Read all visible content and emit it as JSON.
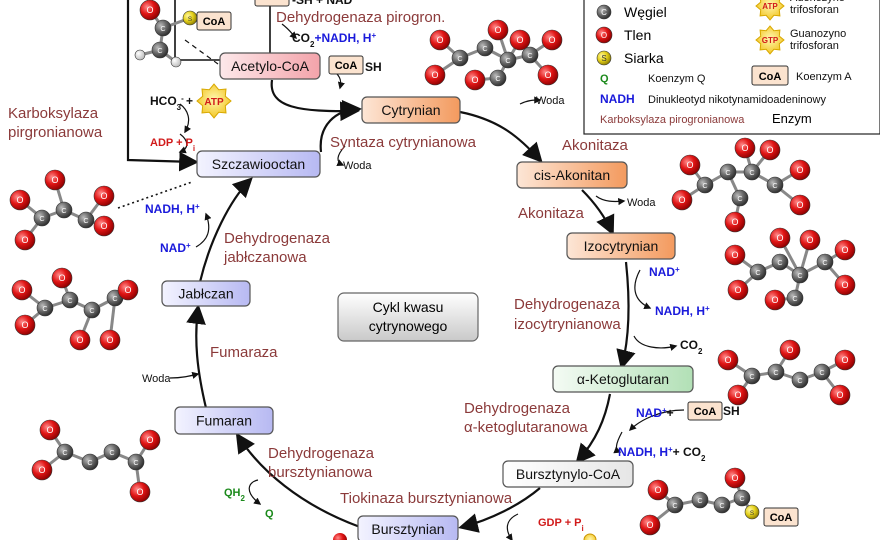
{
  "metabolites": [
    {
      "id": "acetyl-coa",
      "label": "Acetylo-CoA",
      "grad": "gPink"
    },
    {
      "id": "citrate",
      "label": "Cytrynian",
      "grad": "gOrange"
    },
    {
      "id": "cis-aconitate",
      "label": "cis-Akonitan",
      "grad": "gOrange"
    },
    {
      "id": "isocitrate",
      "label": "Izocytrynian",
      "grad": "gOrange"
    },
    {
      "id": "alpha-ketoglutarate",
      "label": "α-Ketoglutaran",
      "grad": "gGreen"
    },
    {
      "id": "succinyl-coa",
      "label": "Bursztynylo-CoA",
      "grad": "gWhite"
    },
    {
      "id": "succinate",
      "label": "Bursztynian",
      "grad": "gBlue"
    },
    {
      "id": "fumarate",
      "label": "Fumaran",
      "grad": "gBlue"
    },
    {
      "id": "malate",
      "label": "Jabłczan",
      "grad": "gBlue"
    },
    {
      "id": "oxaloacetate",
      "label": "Szczawiooctan",
      "grad": "gBlue"
    }
  ],
  "center_title": [
    "Cykl kwasu",
    "cytrynowego"
  ],
  "enzymes": {
    "pyruvate_dh": "Dehydrogenaza pirogron.",
    "pyruvate_carboxylase": [
      "Karboksylaza",
      "pirgronianowa"
    ],
    "citrate_synthase": "Syntaza cytrynianowa",
    "aconitase1": "Akonitaza",
    "aconitase2": "Akonitaza",
    "isocitrate_dh": [
      "Dehydrogenaza",
      "izocytrynianowa"
    ],
    "akg_dh": [
      "Dehydrogenaza",
      "α-ketoglutaranowa"
    ],
    "succinyl_thiokinase": "Tiokinaza bursztynianowa",
    "succinate_dh": [
      "Dehydrogenaza",
      "bursztynianowa"
    ],
    "fumarase": "Fumaraza",
    "malate_dh": [
      "Dehydrogenaza",
      "jabłczanowa"
    ]
  },
  "cofactors": {
    "coa": "CoA",
    "sh": "SH",
    "sh_plus": "-SH + NAD",
    "co2_nadh": "CO",
    "co2_sub": "2",
    "nadh_h": "+NADH, H",
    "sup_plus": "+",
    "hco3": "HCO",
    "hco3_sub": "3",
    "hco3_sup": "-",
    "plus": "+",
    "atp": "ATP",
    "adp_pi": "ADP + P",
    "pi_sub": "i",
    "water": "Woda",
    "nadh": "NADH, H",
    "nad": "NAD",
    "co2": "CO",
    "nadh_co2_tail": "+ CO",
    "gdp_pi": "GDP + P",
    "qh2": "QH",
    "q": "Q"
  },
  "legend": {
    "carbon": "Węgiel",
    "oxygen": "Tlen",
    "sulfur": "Siarka",
    "atp_label": "ATP",
    "atp_desc": [
      "Adenozyno",
      "trifosforan"
    ],
    "gtp_label": "GTP",
    "gtp_desc": [
      "Guanozyno",
      "trifosforan"
    ],
    "q_symbol": "Q",
    "q_desc": "Koenzym Q",
    "coa_label": "CoA",
    "coa_desc": "Koenzym A",
    "nadh_symbol": "NADH",
    "nadh_desc": "Dinukleotyd nikotynamidoadeninowy",
    "enzyme_example": "Karboksylaza pirogronianowa",
    "enzyme_desc": "Enzym",
    "carbon_atom": "C",
    "oxygen_atom": "O",
    "sulfur_atom": "S"
  }
}
